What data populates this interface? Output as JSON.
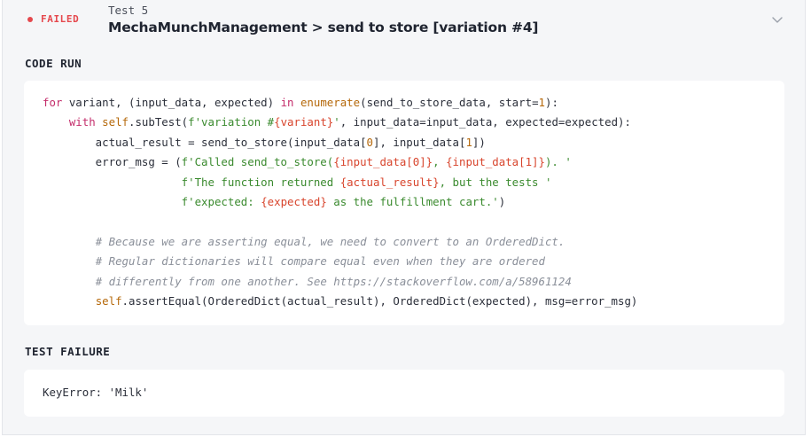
{
  "header": {
    "status": "FAILED",
    "test_number": "Test 5",
    "test_title": "MechaMunchManagement > send to store [variation #4]"
  },
  "sections": {
    "code_run_title": "CODE RUN",
    "test_failure_title": "TEST FAILURE"
  },
  "colors": {
    "failed": "#e5484d",
    "keyword": "#c42d6b",
    "function": "#b5680a",
    "string": "#3a8a2e",
    "interpolation": "#d8452d",
    "comment": "#8a8f99"
  },
  "code": {
    "l1": [
      {
        "t": "for",
        "c": "kw"
      },
      {
        "t": " variant, (input_data, expected) ",
        "c": ""
      },
      {
        "t": "in",
        "c": "kw"
      },
      {
        "t": " ",
        "c": ""
      },
      {
        "t": "enumerate",
        "c": "fn"
      },
      {
        "t": "(send_to_store_data, start=",
        "c": ""
      },
      {
        "t": "1",
        "c": "fn"
      },
      {
        "t": "):",
        "c": ""
      }
    ],
    "l2": [
      {
        "t": "    ",
        "c": ""
      },
      {
        "t": "with",
        "c": "kw"
      },
      {
        "t": " ",
        "c": ""
      },
      {
        "t": "self",
        "c": "fn"
      },
      {
        "t": ".subTest(",
        "c": ""
      },
      {
        "t": "f'variation #",
        "c": "st"
      },
      {
        "t": "{variant}",
        "c": "ip"
      },
      {
        "t": "'",
        "c": "st"
      },
      {
        "t": ", input_data=input_data, expected=expected):",
        "c": ""
      }
    ],
    "l3": [
      {
        "t": "        actual_result = send_to_store(input_data[",
        "c": ""
      },
      {
        "t": "0",
        "c": "fn"
      },
      {
        "t": "], input_data[",
        "c": ""
      },
      {
        "t": "1",
        "c": "fn"
      },
      {
        "t": "])",
        "c": ""
      }
    ],
    "l4": [
      {
        "t": "        error_msg = (",
        "c": ""
      },
      {
        "t": "f'Called send_to_store(",
        "c": "st"
      },
      {
        "t": "{input_data[0]}",
        "c": "ip"
      },
      {
        "t": ", ",
        "c": "st"
      },
      {
        "t": "{input_data[1]}",
        "c": "ip"
      },
      {
        "t": "). '",
        "c": "st"
      }
    ],
    "l5": [
      {
        "t": "                     ",
        "c": ""
      },
      {
        "t": "f'The function returned ",
        "c": "st"
      },
      {
        "t": "{actual_result}",
        "c": "ip"
      },
      {
        "t": ", but the tests '",
        "c": "st"
      }
    ],
    "l6": [
      {
        "t": "                     ",
        "c": ""
      },
      {
        "t": "f'expected: ",
        "c": "st"
      },
      {
        "t": "{expected}",
        "c": "ip"
      },
      {
        "t": " as the fulfillment cart.'",
        "c": "st"
      },
      {
        "t": ")",
        "c": ""
      }
    ],
    "l7": [],
    "l8": [
      {
        "t": "        ",
        "c": ""
      },
      {
        "t": "# Because we are asserting equal, we need to convert to an OrderedDict.",
        "c": "cm"
      }
    ],
    "l9": [
      {
        "t": "        ",
        "c": ""
      },
      {
        "t": "# Regular dictionaries will compare equal even when they are ordered",
        "c": "cm"
      }
    ],
    "l10": [
      {
        "t": "        ",
        "c": ""
      },
      {
        "t": "# differently from one another. See https://stackoverflow.com/a/58961124",
        "c": "cm"
      }
    ],
    "l11": [
      {
        "t": "        ",
        "c": ""
      },
      {
        "t": "self",
        "c": "fn"
      },
      {
        "t": ".assertEqual(OrderedDict(actual_result), OrderedDict(expected), msg=error_msg)",
        "c": ""
      }
    ]
  },
  "failure": {
    "message": "KeyError: 'Milk'"
  },
  "icons": {
    "status": "status-dot-icon",
    "toggle": "chevron-down-icon"
  }
}
